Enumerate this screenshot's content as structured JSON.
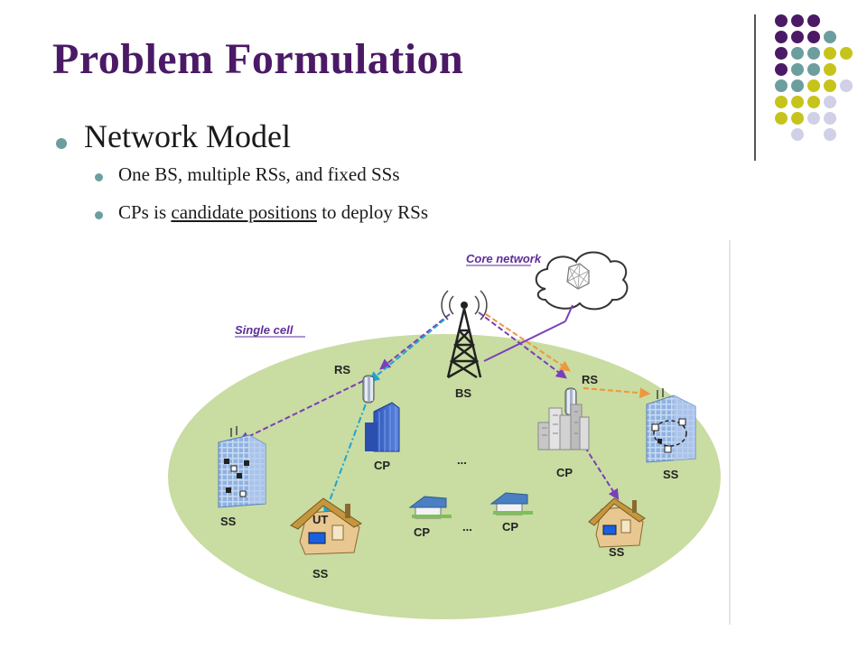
{
  "slide": {
    "title": "Problem Formulation",
    "bullet_main": "Network Model",
    "sub_bullets": [
      {
        "text": "One BS, multiple RSs, and fixed SSs"
      },
      {
        "pre": "CPs is ",
        "underlined": "candidate positions",
        "post": " to deploy RSs"
      }
    ]
  },
  "diagram": {
    "core_network_label": "Core network",
    "single_cell_label": "Single cell",
    "bs_label": "BS",
    "rs_labels": [
      "RS",
      "RS"
    ],
    "cp_labels": [
      "CP",
      "CP",
      "CP",
      "CP"
    ],
    "ss_labels": [
      "SS",
      "SS",
      "SS",
      "SS"
    ],
    "ut_label": "UT",
    "ellipsis": [
      "...",
      "..."
    ]
  },
  "colors": {
    "title": "#4b1a66",
    "bullet": "#6c9ea0",
    "purple_dot": "#4b1a66",
    "teal_dot": "#6c9ea0",
    "olive_dot": "#c6c41a",
    "lavender_dot": "#d0d0e6",
    "cell_fill": "#c9dca2",
    "link_purple": "#7b3fb8",
    "link_cyan": "#1ba6d4",
    "link_orange": "#f0963c"
  }
}
